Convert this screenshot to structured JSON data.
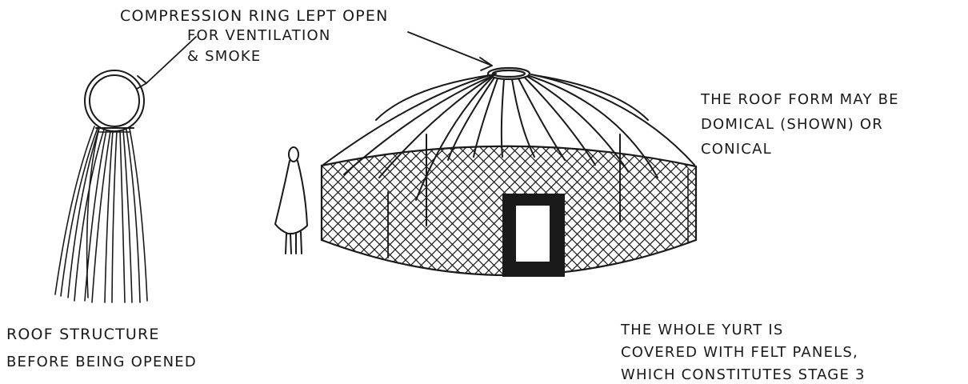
{
  "annotations": {
    "compression_ring_line1": "COMPRESSION RING LEPT OPEN",
    "compression_ring_line2": "FOR VENTILATION",
    "compression_ring_line3": "& SMOKE",
    "roof_form_line1": "THE ROOF FORM MAY BE",
    "roof_form_line2": "DOMICAL (SHOWN) OR",
    "roof_form_line3": "CONICAL",
    "roof_structure_line1": "ROOF STRUCTURE",
    "roof_structure_line2": "BEFORE BEING OPENED",
    "felt_line1": "THE WHOLE YURT IS",
    "felt_line2": "COVERED WITH FELT PANELS,",
    "felt_line3": "WHICH CONSTITUTES STAGE 3"
  },
  "colors": {
    "ink": "#1a1a1a",
    "paper": "#ffffff"
  }
}
